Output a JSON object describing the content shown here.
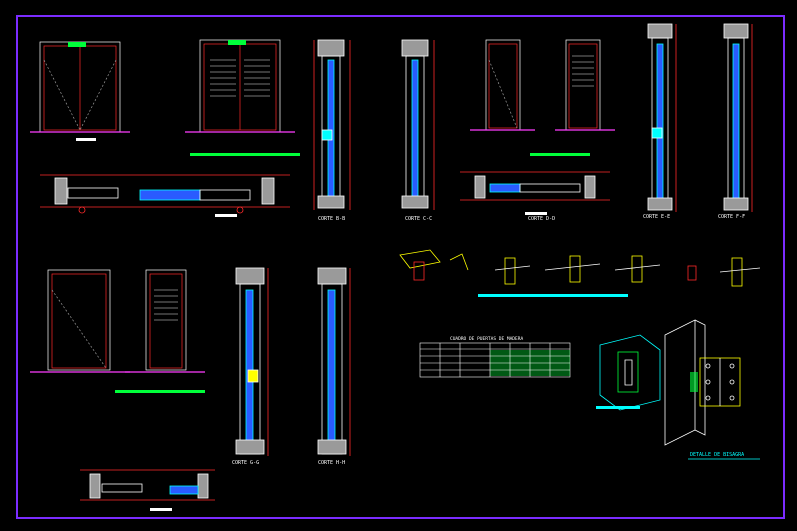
{
  "colors": {
    "background": "#000000",
    "border": "#7B2CFF",
    "red": "#FF2A2A",
    "white": "#FFFFFF",
    "green": "#00FF3A",
    "yellow": "#FFFF00",
    "cyan": "#00FFFF",
    "blue": "#2A5BFF",
    "magenta": "#FF3CFF",
    "gray": "#9A9A9A"
  },
  "section_labels": {
    "top_row": [
      "CORTE B-B",
      "CORTE C-C",
      "CORTE D-D",
      "CORTE E-E",
      "CORTE F-F"
    ],
    "bottom_row": [
      "CORTE G-G",
      "CORTE H-H"
    ]
  },
  "notes": {
    "hinge_detail_title": "DETALLE DE BISAGRA",
    "table_title": "CUADRO DE PUERTAS DE MADERA"
  }
}
